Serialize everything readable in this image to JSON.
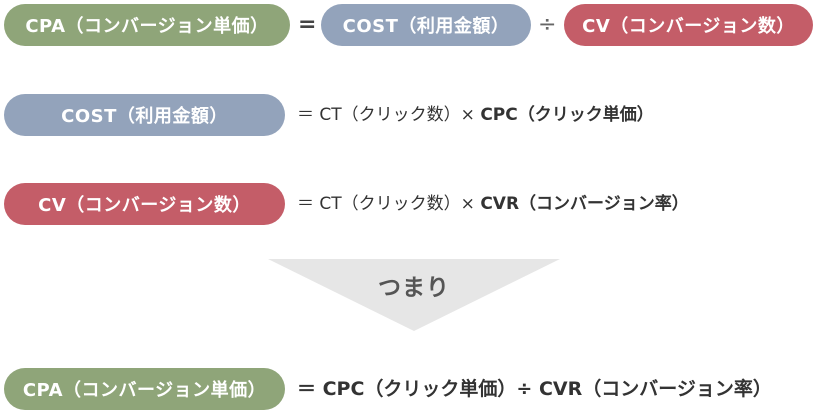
{
  "row1": {
    "cpa_pill": "CPA（コンバージョン単価）",
    "equals": "=",
    "cost_pill": "COST（利用金額）",
    "divide": "÷",
    "cv_pill": "CV（コンバージョン数）"
  },
  "row2": {
    "cost_pill": "COST（利用金額）",
    "formula_prefix": "＝ CT（クリック数）×",
    "formula_bold": "CPC（クリック単価）"
  },
  "row3": {
    "cv_pill": "CV（コンバージョン数）",
    "formula_prefix": "＝ CT（クリック数）×",
    "formula_bold": "CVR（コンバージョン率）"
  },
  "arrow": {
    "label": "つまり"
  },
  "row4": {
    "cpa_pill": "CPA（コンバージョン単価）",
    "formula": "＝ CPC（クリック単価）÷ CVR（コンバージョン率）"
  },
  "colors": {
    "green": "#8fa579",
    "blue": "#93a3bb",
    "red": "#c45d68",
    "arrow": "#e6e6e6"
  }
}
